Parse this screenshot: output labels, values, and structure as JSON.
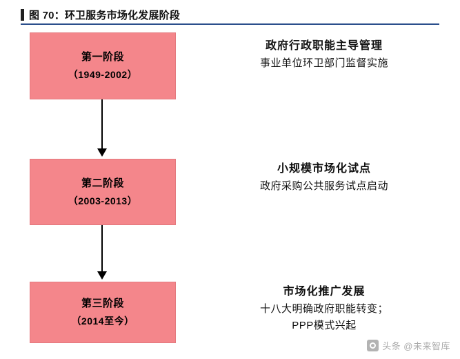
{
  "figure": {
    "number_label": "图 70：",
    "title": "图 70：环卫服务市场化发展阶段",
    "accent_color": "#2b4f8c",
    "box_color": "#f4868b"
  },
  "stages": [
    {
      "name_line1": "第一阶段",
      "name_line2": "（1949-2002）",
      "desc_head": "政府行政职能主导管理",
      "desc_sub": "事业单位环卫部门监督实施"
    },
    {
      "name_line1": "第二阶段",
      "name_line2": "（2003-2013）",
      "desc_head": "小规模市场化试点",
      "desc_sub": "政府采购公共服务试点启动"
    },
    {
      "name_line1": "第三阶段",
      "name_line2": "（2014至今）",
      "desc_head": "市场化推广发展",
      "desc_sub_line1": "十八大明确政府职能转变；",
      "desc_sub_line2": "PPP模式兴起"
    }
  ],
  "watermark": {
    "text": "头条 @未来智库"
  }
}
